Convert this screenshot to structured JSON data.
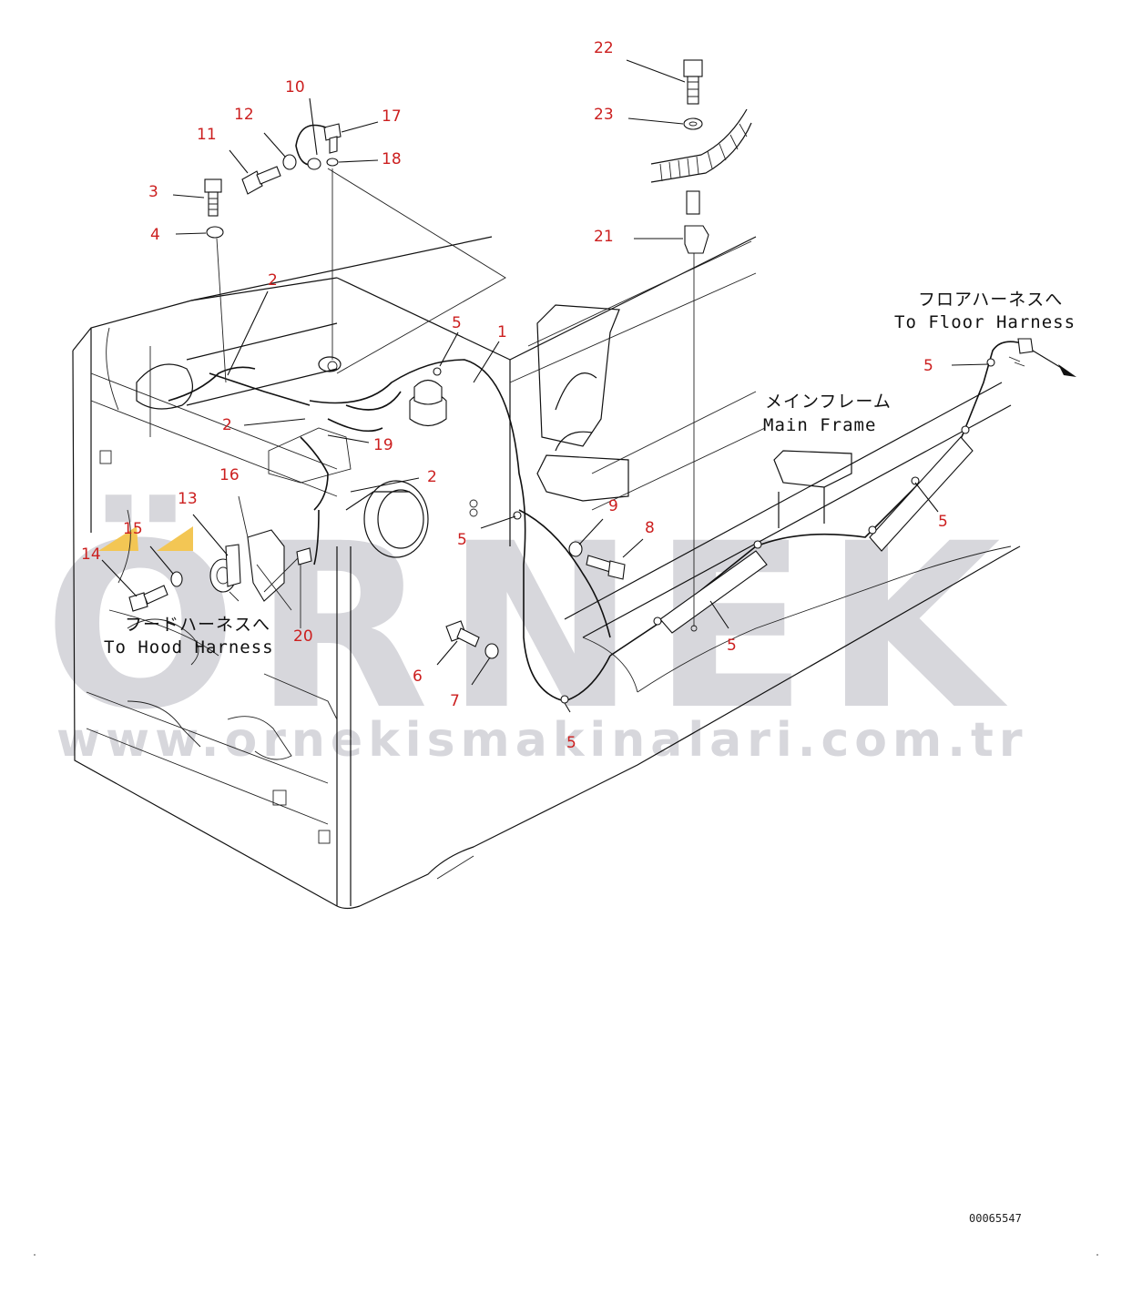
{
  "watermark": {
    "brand": "ÖRNEK",
    "url": "www.ornekismakinalari.com.tr",
    "accent_color": "#f3c654",
    "text_color": "#d7d7dc"
  },
  "callout_color": "#cc1f1f",
  "callouts": [
    {
      "id": "c22",
      "label": "22"
    },
    {
      "id": "c23",
      "label": "23"
    },
    {
      "id": "c21",
      "label": "21"
    },
    {
      "id": "c10",
      "label": "10"
    },
    {
      "id": "c17",
      "label": "17"
    },
    {
      "id": "c18",
      "label": "18"
    },
    {
      "id": "c12",
      "label": "12"
    },
    {
      "id": "c11",
      "label": "11"
    },
    {
      "id": "c3",
      "label": "3"
    },
    {
      "id": "c4",
      "label": "4"
    },
    {
      "id": "c2a",
      "label": "2"
    },
    {
      "id": "c5a",
      "label": "5"
    },
    {
      "id": "c1",
      "label": "1"
    },
    {
      "id": "c2b",
      "label": "2"
    },
    {
      "id": "c19",
      "label": "19"
    },
    {
      "id": "c16",
      "label": "16"
    },
    {
      "id": "c2c",
      "label": "2"
    },
    {
      "id": "c13",
      "label": "13"
    },
    {
      "id": "c15",
      "label": "15"
    },
    {
      "id": "c14",
      "label": "14"
    },
    {
      "id": "c20",
      "label": "20"
    },
    {
      "id": "c5b",
      "label": "5"
    },
    {
      "id": "c9",
      "label": "9"
    },
    {
      "id": "c8",
      "label": "8"
    },
    {
      "id": "c6",
      "label": "6"
    },
    {
      "id": "c7",
      "label": "7"
    },
    {
      "id": "c5c",
      "label": "5"
    },
    {
      "id": "c5d",
      "label": "5"
    },
    {
      "id": "c5e",
      "label": "5"
    },
    {
      "id": "c5f",
      "label": "5"
    }
  ],
  "notes": {
    "floor_jp": "フロアハーネスへ",
    "floor_en": "To Floor Harness",
    "main_jp": "メインフレーム",
    "main_en": "Main Frame",
    "hood_jp": "フードハーネスへ",
    "hood_en": "To Hood Harness"
  },
  "doc_id": "00065547"
}
